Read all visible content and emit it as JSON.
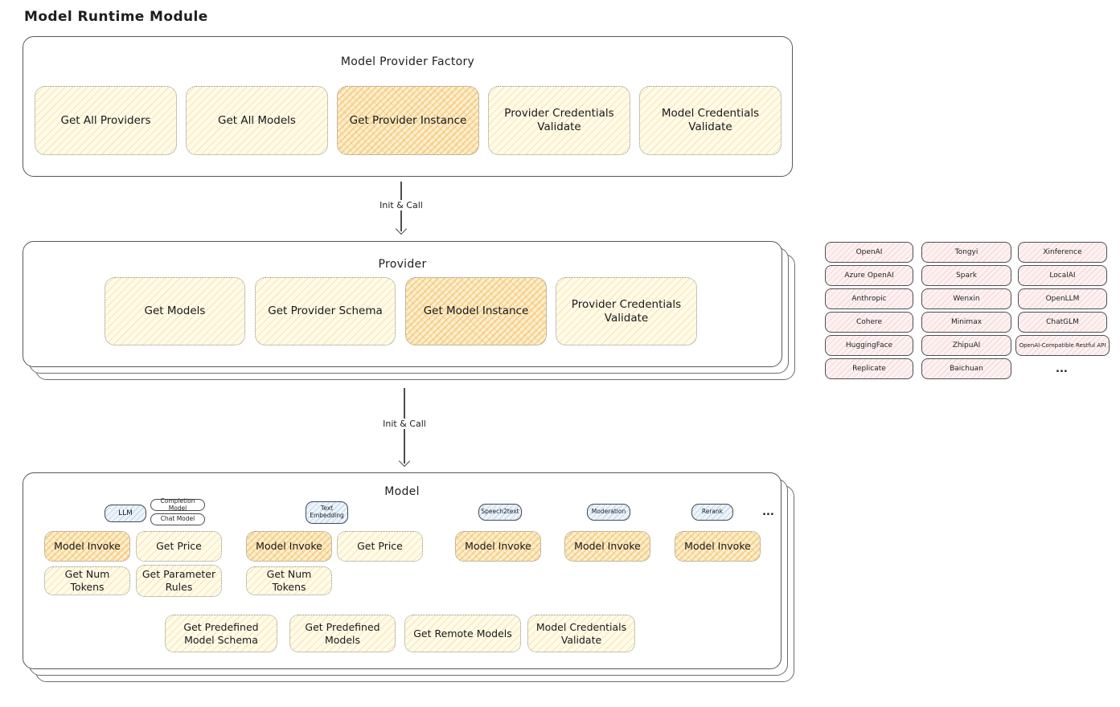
{
  "page_title": "Model Runtime Module",
  "flow": {
    "arrow1_label": "Init & Call",
    "arrow2_label": "Init & Call"
  },
  "factory": {
    "title": "Model Provider Factory",
    "buttons": [
      {
        "label": "Get All Providers",
        "highlighted": false
      },
      {
        "label": "Get All Models",
        "highlighted": false
      },
      {
        "label": "Get Provider Instance",
        "highlighted": true
      },
      {
        "label": "Provider Credentials Validate",
        "highlighted": false
      },
      {
        "label": "Model Credentials Validate",
        "highlighted": false
      }
    ]
  },
  "provider": {
    "title": "Provider",
    "buttons": [
      {
        "label": "Get Models",
        "highlighted": false
      },
      {
        "label": "Get Provider Schema",
        "highlighted": false
      },
      {
        "label": "Get Model Instance",
        "highlighted": true
      },
      {
        "label": "Provider Credentials Validate",
        "highlighted": false
      }
    ]
  },
  "providers_grid": {
    "rows": [
      [
        "OpenAI",
        "Tongyi",
        "Xinference"
      ],
      [
        "Azure OpenAI",
        "Spark",
        "LocalAI"
      ],
      [
        "Anthropic",
        "Wenxin",
        "OpenLLM"
      ],
      [
        "Cohere",
        "Minimax",
        "ChatGLM"
      ],
      [
        "HuggingFace",
        "ZhipuAI",
        "OpenAI-Compatible Restful API"
      ],
      [
        "Replicate",
        "Baichuan"
      ]
    ],
    "more": "..."
  },
  "model": {
    "title": "Model",
    "types": {
      "llm": "LLM",
      "completion_model": "Completion Model",
      "chat_model": "Chat Model",
      "text_embedding": "Text Embedding",
      "speech2text": "Speech2text",
      "moderation": "Moderation",
      "rerank": "Rerank"
    },
    "more": "...",
    "actions": {
      "model_invoke": "Model Invoke",
      "get_price": "Get Price",
      "get_num_tokens": "Get Num Tokens",
      "get_parameter_rules": "Get Parameter Rules"
    },
    "bottom_buttons": [
      "Get Predefined Model Schema",
      "Get Predefined Models",
      "Get Remote Models",
      "Model Credentials Validate"
    ]
  },
  "colors": {
    "highlight_fill": "#fcefcd",
    "highlight_hatch": "#f0a73c",
    "soft_yellow_fill": "#fffbe9",
    "blue_tag_fill": "#edf4fb",
    "pink_chip_fill": "#fdf2f2",
    "stroke": "#55585d",
    "text": "#1e1e1e"
  }
}
